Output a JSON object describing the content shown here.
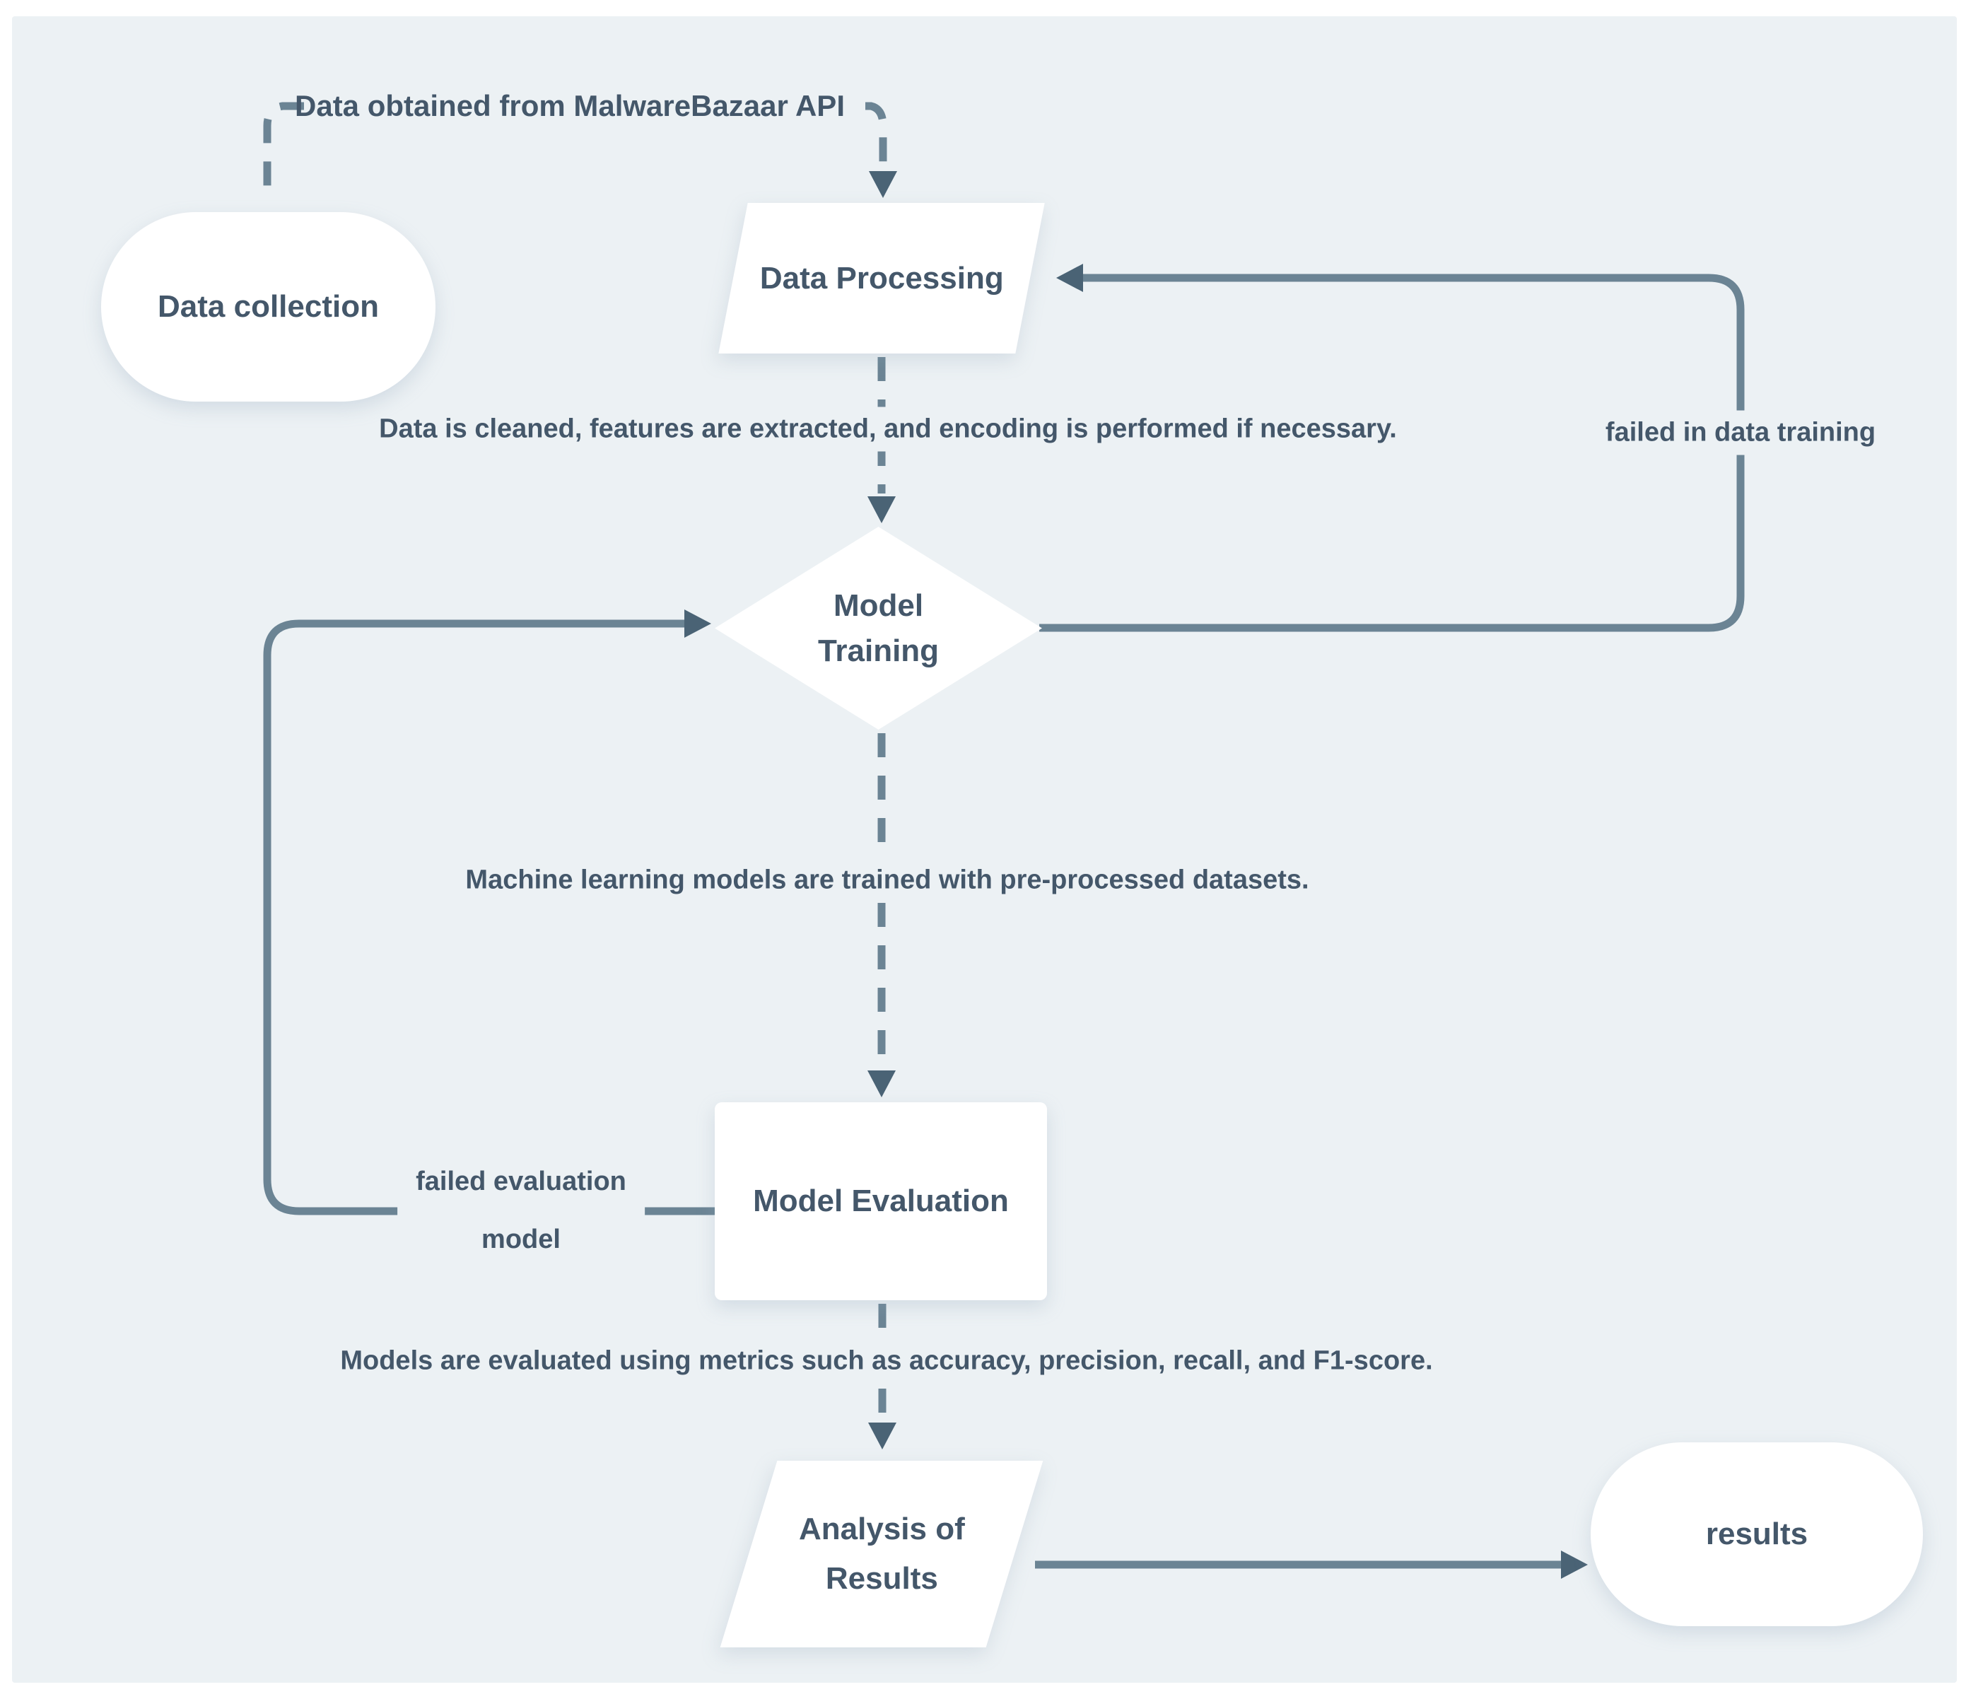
{
  "colors": {
    "panel_background": "#ecf1f4",
    "node_fill": "#ffffff",
    "edge_line": "#6b8494",
    "arrowhead": "#4a6375",
    "text": "#44576a"
  },
  "nodes": {
    "data_collection": {
      "shape": "stadium",
      "label": "Data collection"
    },
    "data_processing": {
      "shape": "parallelogram",
      "label": "Data Processing"
    },
    "model_training": {
      "shape": "diamond",
      "line1": "Model",
      "line2": "Training"
    },
    "model_evaluation": {
      "shape": "rectangle",
      "label": "Model Evaluation"
    },
    "analysis_of_results": {
      "shape": "parallelogram",
      "line1": "Analysis of",
      "line2": "Results"
    },
    "results": {
      "shape": "stadium",
      "label": "results"
    }
  },
  "edge_labels": {
    "api_source": "Data obtained from MalwareBazaar API",
    "cleaning_note": "Data is cleaned, features are extracted, and encoding is performed if necessary.",
    "training_note": "Machine learning models are trained with pre-processed datasets.",
    "evaluation_note": "Models are evaluated using metrics such as accuracy, precision, recall, and F1-score.",
    "failed_training": "failed in data training",
    "failed_evaluation_line1": "failed evaluation",
    "failed_evaluation_line2": "model"
  }
}
